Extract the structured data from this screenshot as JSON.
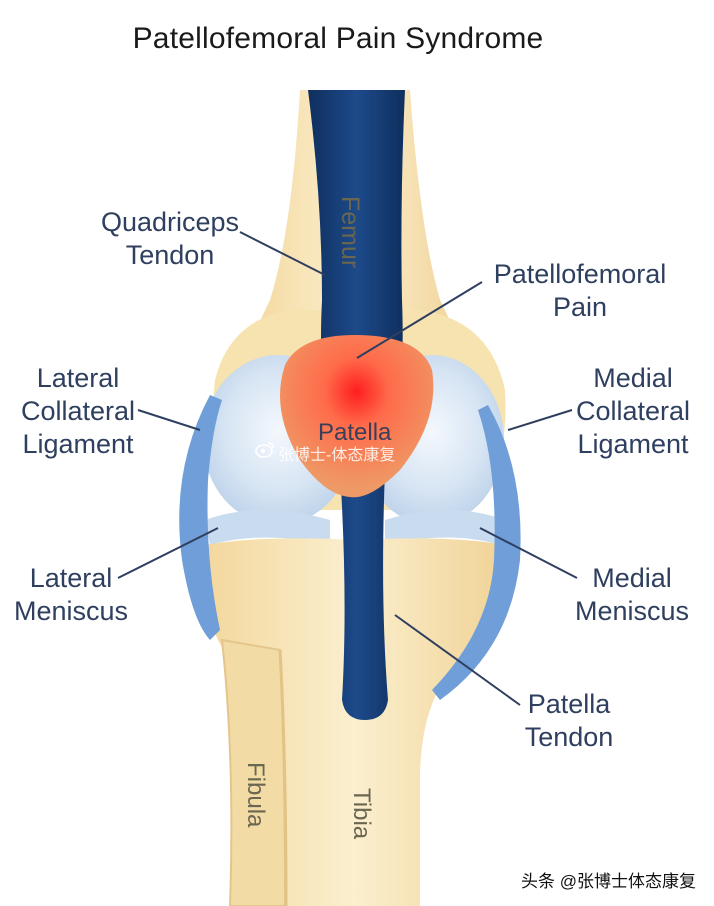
{
  "title": "Patellofemoral Pain Syndrome",
  "labels": {
    "quadriceps_tendon": "Quadriceps\nTendon",
    "patellofemoral_pain": "Patellofemoral\nPain",
    "lateral_collateral_ligament": "Lateral\nCollateral\nLigament",
    "medial_collateral_ligament": "Medial\nCollateral\nLigament",
    "lateral_meniscus": "Lateral\nMeniscus",
    "medial_meniscus": "Medial\nMeniscus",
    "patella_tendon": "Patella\nTendon",
    "patella": "Patella",
    "femur": "Femur",
    "fibula": "Fibula",
    "tibia": "Tibia"
  },
  "watermark": "张博士-体态康复",
  "footer": "头条 @张博士体态康复",
  "colors": {
    "bone": "#f6e3b0",
    "bone_shadow": "#e8c98a",
    "tendon": "#163d73",
    "ligament": "#6f9ed8",
    "cartilage": "#cfe0f2",
    "patella": "#f0a070",
    "pain": "#ff2a2a",
    "label": "#2f3f5f",
    "leader": "#2f3f5f"
  }
}
